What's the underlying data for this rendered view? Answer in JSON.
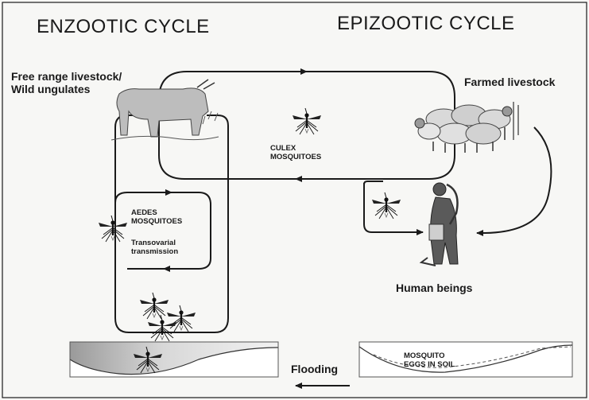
{
  "titles": {
    "enzootic": "ENZOOTIC CYCLE",
    "epizootic": "EPIZOOTIC CYCLE"
  },
  "labels": {
    "free_range_line1": "Free range livestock/",
    "free_range_line2": "Wild ungulates",
    "farmed_livestock": "Farmed livestock",
    "culex_line1": "CULEX",
    "culex_line2": "MOSQUITOES",
    "aedes_line1": "AEDES",
    "aedes_line2": "MOSQUITOES",
    "transovarial_line1": "Transovarial",
    "transovarial_line2": "transmission",
    "human_beings": "Human beings",
    "mosquito_eggs_line1": "MOSQUITO",
    "mosquito_eggs_line2": "EGGS IN SOIL",
    "flooding": "Flooding"
  },
  "colors": {
    "line": "#1a1a1a",
    "ground_fill": "#cfcfcf",
    "animal_fill": "#bdbdbd",
    "human_fill": "#5a5a5a"
  },
  "icons": {
    "mosquito": "mosquito-icon",
    "cattle": "cattle-icon",
    "sheep": "sheep-flock-icon",
    "human": "human-icon"
  }
}
